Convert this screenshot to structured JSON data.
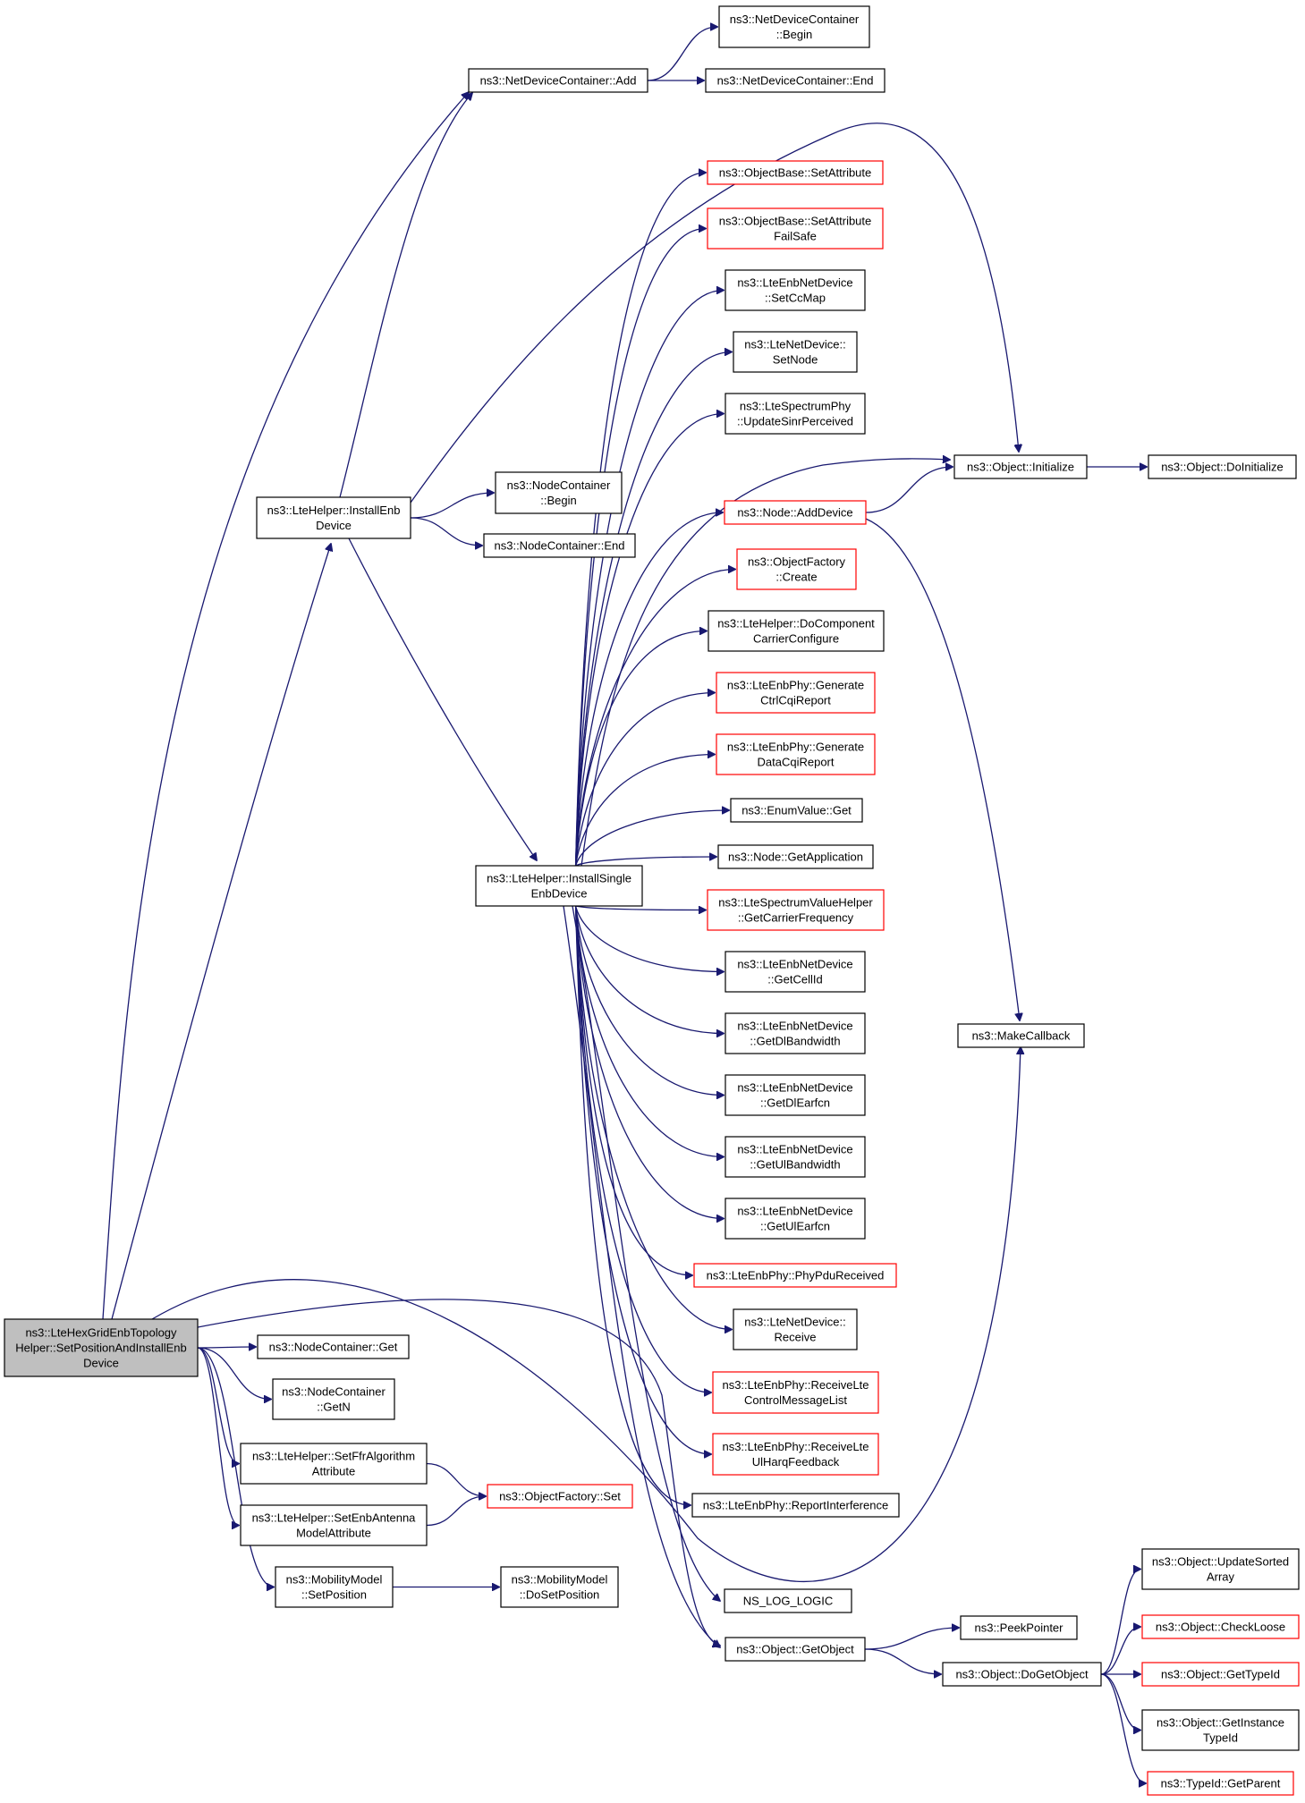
{
  "colors": {
    "edge": "#191970",
    "node_border": "#000000",
    "node_border_truncated": "#ff0000",
    "root_fill": "#bfbfbf",
    "node_fill": "#ffffff"
  },
  "nodes": [
    {
      "id": "root",
      "lines": [
        "ns3::LteHexGridEnbTopology",
        "Helper::SetPositionAndInstallEnb",
        "Device"
      ],
      "style": "root"
    },
    {
      "id": "ndc_add",
      "lines": [
        "ns3::NetDeviceContainer::Add"
      ],
      "style": "normal"
    },
    {
      "id": "ndc_begin",
      "lines": [
        "ns3::NetDeviceContainer",
        "::Begin"
      ],
      "style": "normal"
    },
    {
      "id": "ndc_end",
      "lines": [
        "ns3::NetDeviceContainer::End"
      ],
      "style": "normal"
    },
    {
      "id": "ob_setattr",
      "lines": [
        "ns3::ObjectBase::SetAttribute"
      ],
      "style": "truncated"
    },
    {
      "id": "ob_setattr_fs",
      "lines": [
        "ns3::ObjectBase::SetAttribute",
        "FailSafe"
      ],
      "style": "truncated"
    },
    {
      "id": "enb_setccmap",
      "lines": [
        "ns3::LteEnbNetDevice",
        "::SetCcMap"
      ],
      "style": "normal"
    },
    {
      "id": "lnd_setnode",
      "lines": [
        "ns3::LteNetDevice::",
        "SetNode"
      ],
      "style": "normal"
    },
    {
      "id": "lsp_update",
      "lines": [
        "ns3::LteSpectrumPhy",
        "::UpdateSinrPerceived"
      ],
      "style": "normal"
    },
    {
      "id": "obj_init",
      "lines": [
        "ns3::Object::Initialize"
      ],
      "style": "normal"
    },
    {
      "id": "obj_doinit",
      "lines": [
        "ns3::Object::DoInitialize"
      ],
      "style": "normal"
    },
    {
      "id": "lte_installenb",
      "lines": [
        "ns3::LteHelper::InstallEnb",
        "Device"
      ],
      "style": "normal"
    },
    {
      "id": "nc_begin",
      "lines": [
        "ns3::NodeContainer",
        "::Begin"
      ],
      "style": "normal"
    },
    {
      "id": "nc_end",
      "lines": [
        "ns3::NodeContainer::End"
      ],
      "style": "normal"
    },
    {
      "id": "node_adddev",
      "lines": [
        "ns3::Node::AddDevice"
      ],
      "style": "truncated"
    },
    {
      "id": "of_create",
      "lines": [
        "ns3::ObjectFactory",
        "::Create"
      ],
      "style": "truncated"
    },
    {
      "id": "lte_docc",
      "lines": [
        "ns3::LteHelper::DoComponent",
        "CarrierConfigure"
      ],
      "style": "normal"
    },
    {
      "id": "phy_genctrl",
      "lines": [
        "ns3::LteEnbPhy::Generate",
        "CtrlCqiReport"
      ],
      "style": "truncated"
    },
    {
      "id": "phy_gendata",
      "lines": [
        "ns3::LteEnbPhy::Generate",
        "DataCqiReport"
      ],
      "style": "truncated"
    },
    {
      "id": "enum_get",
      "lines": [
        "ns3::EnumValue::Get"
      ],
      "style": "normal"
    },
    {
      "id": "node_getapp",
      "lines": [
        "ns3::Node::GetApplication"
      ],
      "style": "normal"
    },
    {
      "id": "lte_installsingle",
      "lines": [
        "ns3::LteHelper::InstallSingle",
        "EnbDevice"
      ],
      "style": "normal"
    },
    {
      "id": "svh_getcf",
      "lines": [
        "ns3::LteSpectrumValueHelper",
        "::GetCarrierFrequency"
      ],
      "style": "truncated"
    },
    {
      "id": "enb_getcellid",
      "lines": [
        "ns3::LteEnbNetDevice",
        "::GetCellId"
      ],
      "style": "normal"
    },
    {
      "id": "enb_getdlbw",
      "lines": [
        "ns3::LteEnbNetDevice",
        "::GetDlBandwidth"
      ],
      "style": "normal"
    },
    {
      "id": "make_callback",
      "lines": [
        "ns3::MakeCallback"
      ],
      "style": "normal"
    },
    {
      "id": "enb_getdlearfcn",
      "lines": [
        "ns3::LteEnbNetDevice",
        "::GetDlEarfcn"
      ],
      "style": "normal"
    },
    {
      "id": "enb_getulbw",
      "lines": [
        "ns3::LteEnbNetDevice",
        "::GetUlBandwidth"
      ],
      "style": "normal"
    },
    {
      "id": "enb_getulearfcn",
      "lines": [
        "ns3::LteEnbNetDevice",
        "::GetUlEarfcn"
      ],
      "style": "normal"
    },
    {
      "id": "phy_pdurx",
      "lines": [
        "ns3::LteEnbPhy::PhyPduReceived"
      ],
      "style": "truncated"
    },
    {
      "id": "lnd_receive",
      "lines": [
        "ns3::LteNetDevice::",
        "Receive"
      ],
      "style": "normal"
    },
    {
      "id": "nc_get",
      "lines": [
        "ns3::NodeContainer::Get"
      ],
      "style": "normal"
    },
    {
      "id": "nc_getn",
      "lines": [
        "ns3::NodeContainer",
        "::GetN"
      ],
      "style": "normal"
    },
    {
      "id": "phy_rxctrl",
      "lines": [
        "ns3::LteEnbPhy::ReceiveLte",
        "ControlMessageList"
      ],
      "style": "truncated"
    },
    {
      "id": "phy_rxul",
      "lines": [
        "ns3::LteEnbPhy::ReceiveLte",
        "UlHarqFeedback"
      ],
      "style": "truncated"
    },
    {
      "id": "lte_setffr",
      "lines": [
        "ns3::LteHelper::SetFfrAlgorithm",
        "Attribute"
      ],
      "style": "normal"
    },
    {
      "id": "of_set",
      "lines": [
        "ns3::ObjectFactory::Set"
      ],
      "style": "truncated"
    },
    {
      "id": "phy_reportint",
      "lines": [
        "ns3::LteEnbPhy::ReportInterference"
      ],
      "style": "normal"
    },
    {
      "id": "lte_setant",
      "lines": [
        "ns3::LteHelper::SetEnbAntenna",
        "ModelAttribute"
      ],
      "style": "normal"
    },
    {
      "id": "obj_updsorted",
      "lines": [
        "ns3::Object::UpdateSorted",
        "Array"
      ],
      "style": "normal"
    },
    {
      "id": "mm_setpos",
      "lines": [
        "ns3::MobilityModel",
        "::SetPosition"
      ],
      "style": "normal"
    },
    {
      "id": "mm_dosetpos",
      "lines": [
        "ns3::MobilityModel",
        "::DoSetPosition"
      ],
      "style": "normal"
    },
    {
      "id": "ns_log",
      "lines": [
        "NS_LOG_LOGIC"
      ],
      "style": "normal"
    },
    {
      "id": "obj_checkloose",
      "lines": [
        "ns3::Object::CheckLoose"
      ],
      "style": "truncated"
    },
    {
      "id": "peek_pointer",
      "lines": [
        "ns3::PeekPointer"
      ],
      "style": "normal"
    },
    {
      "id": "obj_getobject",
      "lines": [
        "ns3::Object::GetObject"
      ],
      "style": "normal"
    },
    {
      "id": "obj_dogetobject",
      "lines": [
        "ns3::Object::DoGetObject"
      ],
      "style": "normal"
    },
    {
      "id": "obj_gettypeid",
      "lines": [
        "ns3::Object::GetTypeId"
      ],
      "style": "truncated"
    },
    {
      "id": "obj_getinsttid",
      "lines": [
        "ns3::Object::GetInstance",
        "TypeId"
      ],
      "style": "normal"
    },
    {
      "id": "tid_getparent",
      "lines": [
        "ns3::TypeId::GetParent"
      ],
      "style": "truncated"
    }
  ],
  "edges": [
    {
      "from": "root",
      "to": "ndc_add"
    },
    {
      "from": "root",
      "to": "lte_installenb"
    },
    {
      "from": "root",
      "to": "make_callback"
    },
    {
      "from": "root",
      "to": "obj_getobject"
    },
    {
      "from": "root",
      "to": "nc_get"
    },
    {
      "from": "root",
      "to": "nc_getn"
    },
    {
      "from": "root",
      "to": "lte_setffr"
    },
    {
      "from": "root",
      "to": "lte_setant"
    },
    {
      "from": "root",
      "to": "mm_setpos"
    },
    {
      "from": "ndc_add",
      "to": "ndc_begin"
    },
    {
      "from": "ndc_add",
      "to": "ndc_end"
    },
    {
      "from": "lte_installenb",
      "to": "ndc_add"
    },
    {
      "from": "lte_installenb",
      "to": "obj_init"
    },
    {
      "from": "lte_installenb",
      "to": "nc_begin"
    },
    {
      "from": "lte_installenb",
      "to": "nc_end"
    },
    {
      "from": "lte_installenb",
      "to": "lte_installsingle"
    },
    {
      "from": "lte_installsingle",
      "to": "ob_setattr"
    },
    {
      "from": "lte_installsingle",
      "to": "ob_setattr_fs"
    },
    {
      "from": "lte_installsingle",
      "to": "enb_setccmap"
    },
    {
      "from": "lte_installsingle",
      "to": "lnd_setnode"
    },
    {
      "from": "lte_installsingle",
      "to": "lsp_update"
    },
    {
      "from": "lte_installsingle",
      "to": "obj_init"
    },
    {
      "from": "lte_installsingle",
      "to": "node_adddev"
    },
    {
      "from": "lte_installsingle",
      "to": "of_create"
    },
    {
      "from": "lte_installsingle",
      "to": "lte_docc"
    },
    {
      "from": "lte_installsingle",
      "to": "phy_genctrl"
    },
    {
      "from": "lte_installsingle",
      "to": "phy_gendata"
    },
    {
      "from": "lte_installsingle",
      "to": "enum_get"
    },
    {
      "from": "lte_installsingle",
      "to": "node_getapp"
    },
    {
      "from": "lte_installsingle",
      "to": "svh_getcf"
    },
    {
      "from": "lte_installsingle",
      "to": "enb_getcellid"
    },
    {
      "from": "lte_installsingle",
      "to": "enb_getdlbw"
    },
    {
      "from": "lte_installsingle",
      "to": "enb_getdlearfcn"
    },
    {
      "from": "lte_installsingle",
      "to": "enb_getulbw"
    },
    {
      "from": "lte_installsingle",
      "to": "enb_getulearfcn"
    },
    {
      "from": "lte_installsingle",
      "to": "phy_pdurx"
    },
    {
      "from": "lte_installsingle",
      "to": "lnd_receive"
    },
    {
      "from": "lte_installsingle",
      "to": "phy_rxctrl"
    },
    {
      "from": "lte_installsingle",
      "to": "phy_rxul"
    },
    {
      "from": "lte_installsingle",
      "to": "phy_reportint"
    },
    {
      "from": "lte_installsingle",
      "to": "ns_log"
    },
    {
      "from": "lte_installsingle",
      "to": "obj_getobject"
    },
    {
      "from": "node_adddev",
      "to": "obj_init"
    },
    {
      "from": "node_adddev",
      "to": "make_callback"
    },
    {
      "from": "obj_init",
      "to": "obj_doinit"
    },
    {
      "from": "lte_setffr",
      "to": "of_set"
    },
    {
      "from": "lte_setant",
      "to": "of_set"
    },
    {
      "from": "mm_setpos",
      "to": "mm_dosetpos"
    },
    {
      "from": "obj_getobject",
      "to": "peek_pointer"
    },
    {
      "from": "obj_getobject",
      "to": "obj_dogetobject"
    },
    {
      "from": "obj_dogetobject",
      "to": "obj_updsorted"
    },
    {
      "from": "obj_dogetobject",
      "to": "obj_checkloose"
    },
    {
      "from": "obj_dogetobject",
      "to": "obj_gettypeid"
    },
    {
      "from": "obj_dogetobject",
      "to": "obj_getinsttid"
    },
    {
      "from": "obj_dogetobject",
      "to": "tid_getparent"
    }
  ]
}
